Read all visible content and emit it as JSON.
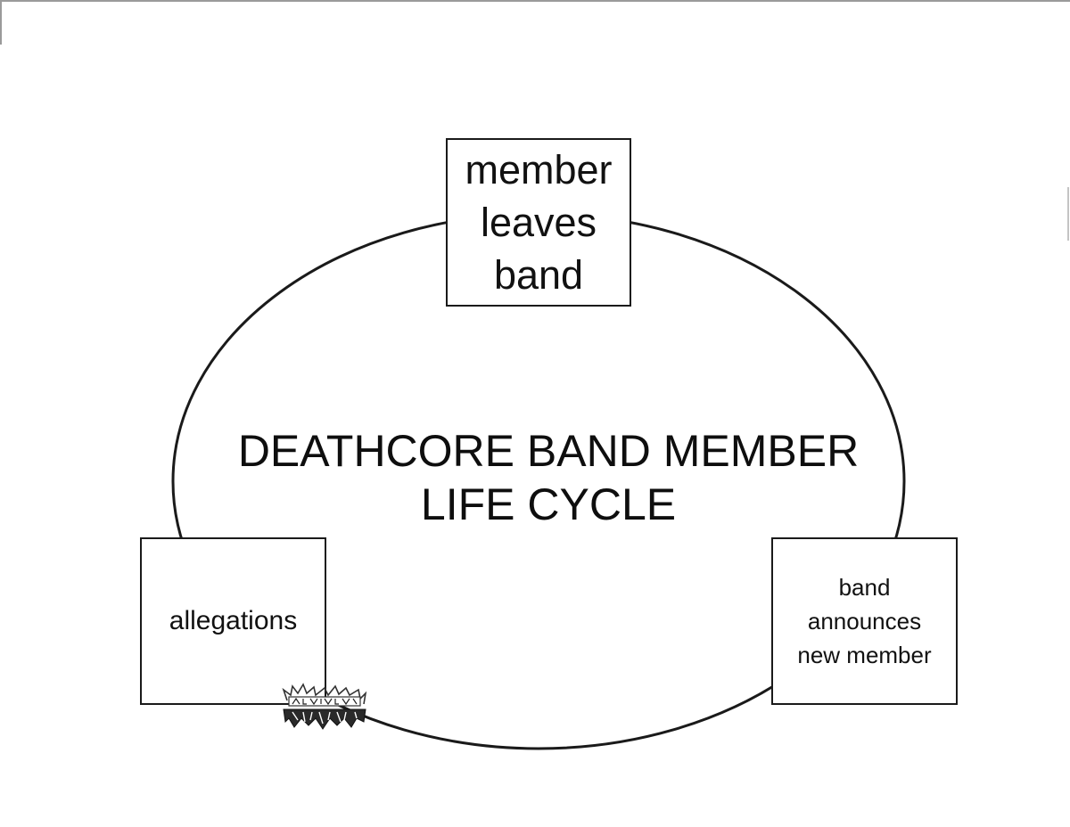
{
  "diagram": {
    "title": "DEATHCORE BAND MEMBER\nLIFE CYCLE",
    "nodes": [
      {
        "id": "top",
        "label": "member\nleaves\nband"
      },
      {
        "id": "right",
        "label": "band\nannounces\nnew member"
      },
      {
        "id": "left",
        "label": "allegations"
      }
    ],
    "edges": [
      {
        "from": "top",
        "to": "right"
      },
      {
        "from": "right",
        "to": "left"
      },
      {
        "from": "left",
        "to": "top"
      }
    ],
    "watermark": "PIGSQUEALS BREAKDOWNS",
    "colors": {
      "line": "#1a1a1a",
      "background": "#ffffff"
    }
  }
}
